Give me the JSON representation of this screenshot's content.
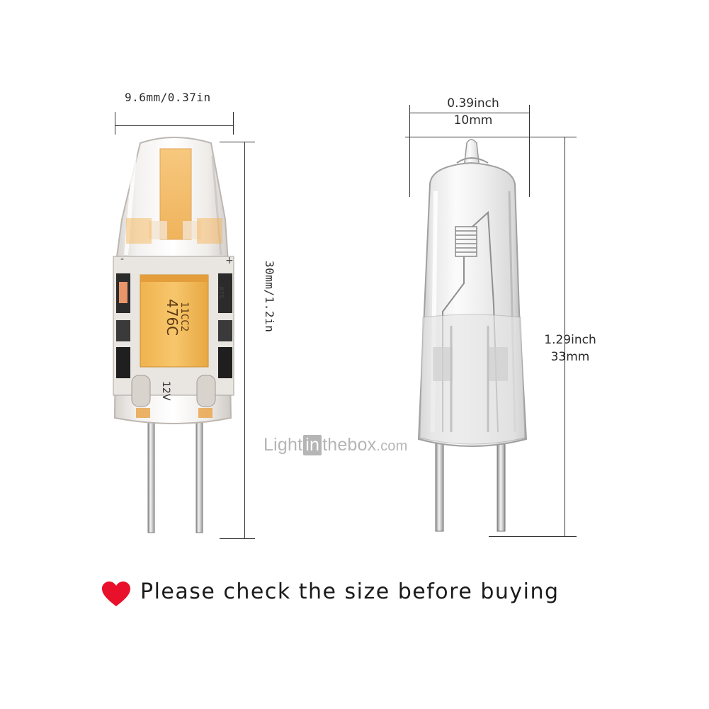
{
  "left_bulb": {
    "width_label": "9.6mm/0.37in",
    "height_label": "30mm/1.2in",
    "capacitor_text_1": "476C",
    "capacitor_text_2": "11CC2",
    "voltage_mark": "12V",
    "plus_mark": "+",
    "minus_mark": "-",
    "resistor_mark": "R75"
  },
  "right_bulb": {
    "width_inch": "0.39inch",
    "width_mm": "10mm",
    "height_inch": "1.29inch",
    "height_mm": "33mm"
  },
  "watermark": {
    "prefix": "Light",
    "boxed": "in",
    "suffix": "thebox",
    "tld": ".com"
  },
  "note": {
    "text": "Please check the size before buying",
    "icon": "heart-icon",
    "icon_color": "#e8102a"
  }
}
